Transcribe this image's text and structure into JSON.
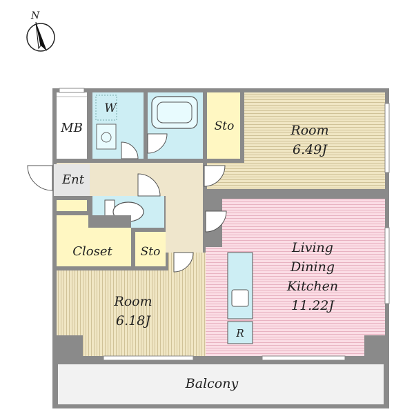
{
  "compass": {
    "label": "N"
  },
  "rooms": {
    "mb": "MB",
    "washroom": "W",
    "storage_top": "Sto",
    "room_ne": {
      "name": "Room",
      "size": "6.49J"
    },
    "entrance": "Ent",
    "closet": "Closet",
    "storage_mid": "Sto",
    "room_sw": {
      "name": "Room",
      "size": "6.18J"
    },
    "ldk": {
      "line1": "Living",
      "line2": "Dining",
      "line3": "Kitchen",
      "size": "11.22J"
    },
    "fridge": "R",
    "balcony": "Balcony"
  },
  "colors": {
    "wall": "#8a8a8a",
    "hall": "#efe6cc",
    "wet_area": "#cdeef4",
    "storage": "#fff7c2",
    "room_wood": "#f0e6c4",
    "ldk_floor": "#fbdde5",
    "balcony": "#f2f2f2"
  }
}
